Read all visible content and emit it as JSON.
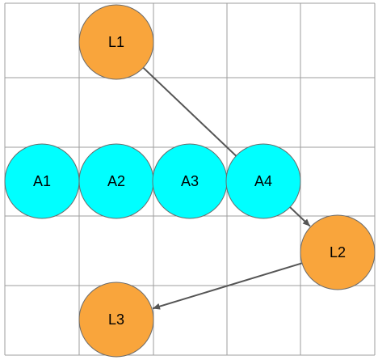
{
  "colors": {
    "grid": "#9e9e9e",
    "orange_node": "#f9a53c",
    "cyan_node": "#00ffff",
    "node_stroke": "#6b6b6b",
    "arrow": "#555555"
  },
  "nodes": [
    {
      "id": "L1",
      "label": "L1",
      "kind": "orange"
    },
    {
      "id": "A1",
      "label": "A1",
      "kind": "cyan"
    },
    {
      "id": "A2",
      "label": "A2",
      "kind": "cyan"
    },
    {
      "id": "A3",
      "label": "A3",
      "kind": "cyan"
    },
    {
      "id": "A4",
      "label": "A4",
      "kind": "cyan"
    },
    {
      "id": "L2",
      "label": "L2",
      "kind": "orange"
    },
    {
      "id": "L3",
      "label": "L3",
      "kind": "orange"
    }
  ],
  "edges": [
    {
      "from": "L1",
      "to": "L2"
    },
    {
      "from": "L2",
      "to": "L3"
    }
  ]
}
